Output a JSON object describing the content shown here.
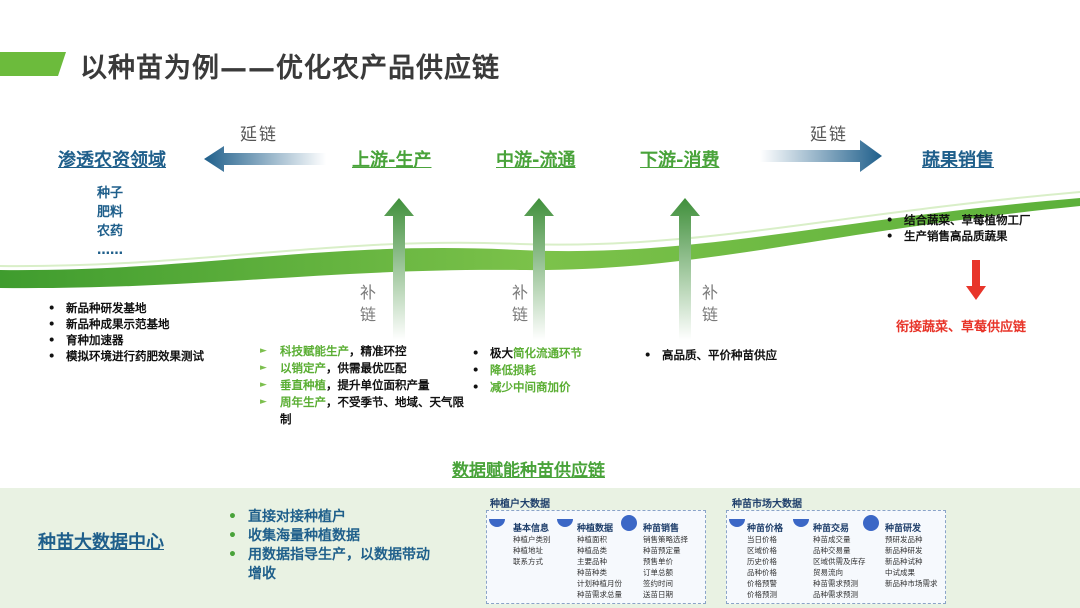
{
  "title": "以种苗为例——优化农产品供应链",
  "stages": {
    "left": "渗透农资领域",
    "upstream": "上游-生产",
    "midstream": "中游-流通",
    "downstream": "下游-消费",
    "right": "蔬果销售"
  },
  "extend_label": "延链",
  "supplement_label": [
    "补",
    "链"
  ],
  "inputs_list": [
    "种子",
    "肥料",
    "农药",
    "……"
  ],
  "left_bullets": [
    "新品种研发基地",
    "新品种成果示范基地",
    "育种加速器",
    "模拟环境进行药肥效果测试"
  ],
  "upstream_items": [
    {
      "hl": "科技赋能生产",
      "rest": "，精准环控"
    },
    {
      "hl": "以销定产",
      "rest": "，供需最优匹配"
    },
    {
      "hl": "垂直种植",
      "rest": "，提升单位面积产量"
    },
    {
      "hl": "周年生产",
      "rest": "，不受季节、地域、天气限制"
    }
  ],
  "midstream_items": [
    {
      "pre": "极大",
      "hl": "简化流通环节"
    },
    {
      "pre": "",
      "hl": "降低损耗"
    },
    {
      "pre": "",
      "hl": "减少中间商加价"
    }
  ],
  "downstream_bullets": [
    "高品质、平价种苗供应"
  ],
  "right_bullets": [
    "结合蔬菜、草莓植物工厂",
    "生产销售高品质蔬果"
  ],
  "right_result": "衔接蔬菜、草莓供应链",
  "data_section_title": "数据赋能种苗供应链",
  "center_title": "种苗大数据中心",
  "center_bullets": [
    "直接对接种植户",
    "收集海量种植数据",
    "用数据指导生产，以数据带动增收"
  ],
  "box1": {
    "title": "种植户大数据",
    "cols": [
      {
        "head": "基本信息",
        "items": [
          "种植户类别",
          "种植地址",
          "联系方式"
        ]
      },
      {
        "head": "种植数据",
        "items": [
          "种植面积",
          "种植品类",
          "主要品种",
          "种苗种类",
          "计划种植月份",
          "种苗需求总量"
        ]
      },
      {
        "head": "种苗销售",
        "items": [
          "销售策略选择",
          "种苗预定量",
          "预售单价",
          "订单总额",
          "签约时间",
          "送苗日期"
        ]
      }
    ]
  },
  "box2": {
    "title": "种苗市场大数据",
    "cols": [
      {
        "head": "种苗价格",
        "items": [
          "当日价格",
          "区域价格",
          "历史价格",
          "品种价格",
          "价格预警",
          "价格预测"
        ]
      },
      {
        "head": "种苗交易",
        "items": [
          "种苗成交量",
          "品种交易量",
          "区域供需及库存",
          "贸易流向",
          "种苗需求预测",
          "品种需求预测"
        ]
      },
      {
        "head": "种苗研发",
        "items": [
          "预研发品种",
          "新品种研发",
          "新品种试种",
          "中试成果",
          "新品种市场需求"
        ]
      }
    ]
  },
  "colors": {
    "green": "#49a33a",
    "blue": "#1f5f8b",
    "red": "#e8352a",
    "light_green": "#e9f2e3"
  }
}
